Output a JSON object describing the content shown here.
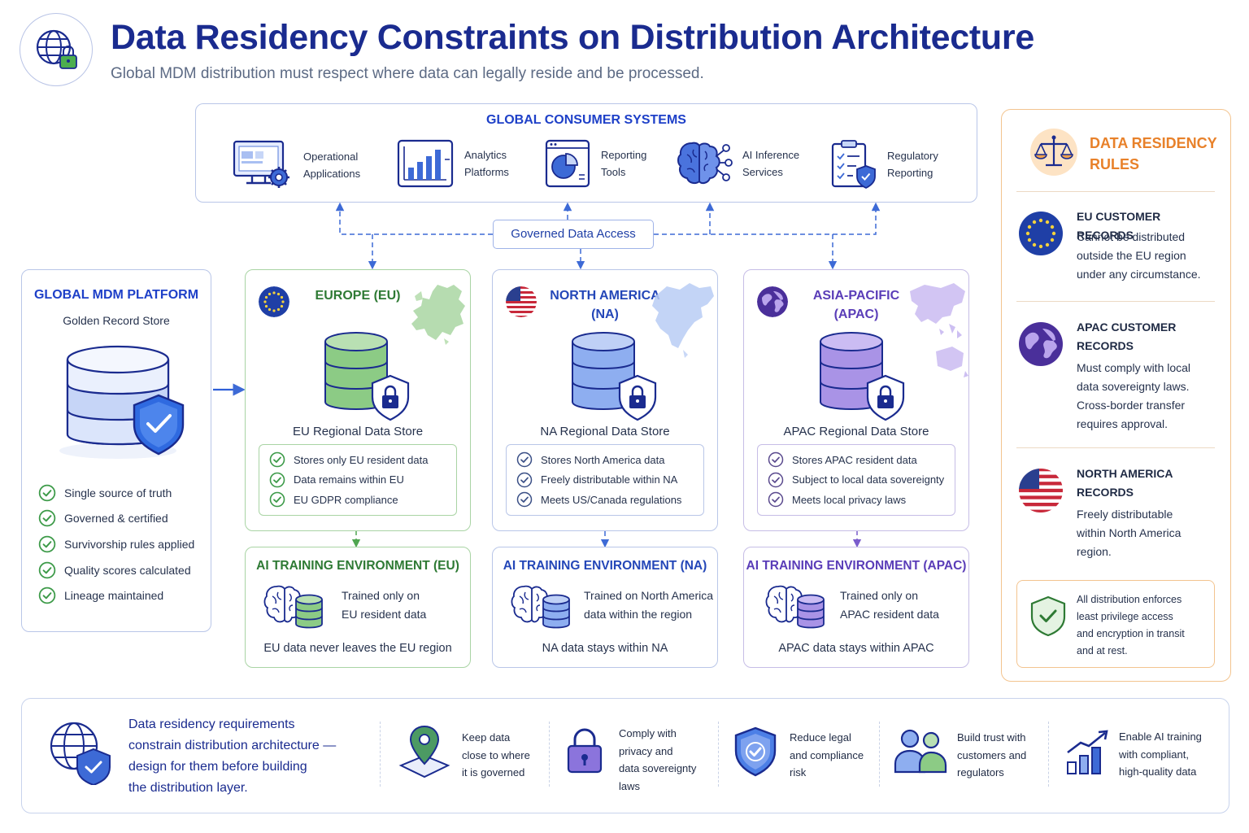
{
  "header": {
    "title": "Data Residency Constraints on Distribution Architecture",
    "subtitle": "Global MDM distribution must respect where data can legally reside and be processed.",
    "icon": "globe-lock-icon"
  },
  "consumers": {
    "title": "GLOBAL CONSUMER SYSTEMS",
    "items": [
      {
        "line1": "Operational",
        "line2": "Applications",
        "icon": "monitor-gear-icon"
      },
      {
        "line1": "Analytics",
        "line2": "Platforms",
        "icon": "bar-chart-icon"
      },
      {
        "line1": "Reporting",
        "line2": "Tools",
        "icon": "pie-report-icon"
      },
      {
        "line1": "AI Inference",
        "line2": "Services",
        "icon": "ai-brain-icon"
      },
      {
        "line1": "Regulatory",
        "line2": "Reporting",
        "icon": "clipboard-shield-icon"
      }
    ]
  },
  "governed_access": "Governed Data Access",
  "mdm": {
    "title": "GLOBAL MDM PLATFORM",
    "subtitle": "Golden Record Store",
    "checks": [
      "Single source of truth",
      "Governed & certified",
      "Survivorship rules applied",
      "Quality scores calculated",
      "Lineage maintained"
    ]
  },
  "regions": {
    "eu": {
      "title": "EUROPE (EU)",
      "store": "EU Regional Data Store",
      "checks": [
        "Stores only EU resident data",
        "Data remains within EU",
        "EU GDPR compliance"
      ],
      "ai_title": "AI TRAINING ENVIRONMENT (EU)",
      "ai_line1": "Trained only on",
      "ai_line2": "EU resident data",
      "ai_foot": "EU data never leaves the EU region",
      "color": "#3f9a43"
    },
    "na": {
      "title_line1": "NORTH AMERICA",
      "title_line2": "(NA)",
      "store": "NA Regional Data Store",
      "checks": [
        "Stores North America data",
        "Freely distributable within NA",
        "Meets US/Canada regulations"
      ],
      "ai_title": "AI TRAINING ENVIRONMENT (NA)",
      "ai_line1": "Trained on North America",
      "ai_line2": "data within the region",
      "ai_foot": "NA data stays within NA",
      "color": "#2f56c9"
    },
    "ap": {
      "title_line1": "ASIA-PACIFIC",
      "title_line2": "(APAC)",
      "store": "APAC Regional Data Store",
      "checks": [
        "Stores APAC resident data",
        "Subject to local data sovereignty",
        "Meets local privacy laws"
      ],
      "ai_title": "AI TRAINING ENVIRONMENT (APAC)",
      "ai_line1": "Trained only on",
      "ai_line2": "APAC resident data",
      "ai_foot": "APAC data stays within APAC",
      "color": "#6b4fc0"
    }
  },
  "rules": {
    "title_line1": "DATA RESIDENCY",
    "title_line2": "RULES",
    "items": [
      {
        "title": "EU CUSTOMER RECORDS",
        "lines": [
          "Cannot be distributed",
          "outside the EU region",
          "under any circumstance."
        ]
      },
      {
        "title_line1": "APAC CUSTOMER",
        "title_line2": "RECORDS",
        "lines": [
          "Must comply with local",
          "data sovereignty laws.",
          "Cross-border transfer",
          "requires approval."
        ]
      },
      {
        "title_line1": "NORTH AMERICA",
        "title_line2": "RECORDS",
        "lines": [
          "Freely distributable",
          "within North America",
          "region."
        ]
      }
    ],
    "note": [
      "All distribution enforces",
      "least privilege access",
      "and encryption in transit",
      "and at rest."
    ]
  },
  "bottom": {
    "main": [
      "Data residency requirements",
      "constrain distribution architecture —",
      "design for them before building",
      "the distribution layer."
    ],
    "benefits": [
      {
        "lines": [
          "Keep data",
          "close to where",
          "it is governed"
        ],
        "icon": "location-pin-icon"
      },
      {
        "lines": [
          "Comply with",
          "privacy and",
          "data sovereignty",
          "laws"
        ],
        "icon": "padlock-icon"
      },
      {
        "lines": [
          "Reduce legal",
          "and compliance",
          "risk"
        ],
        "icon": "shield-check-icon"
      },
      {
        "lines": [
          "Build trust with",
          "customers and",
          "regulators"
        ],
        "icon": "people-icon"
      },
      {
        "lines": [
          "Enable AI training",
          "with compliant,",
          "high-quality data"
        ],
        "icon": "growth-chart-icon"
      }
    ]
  }
}
